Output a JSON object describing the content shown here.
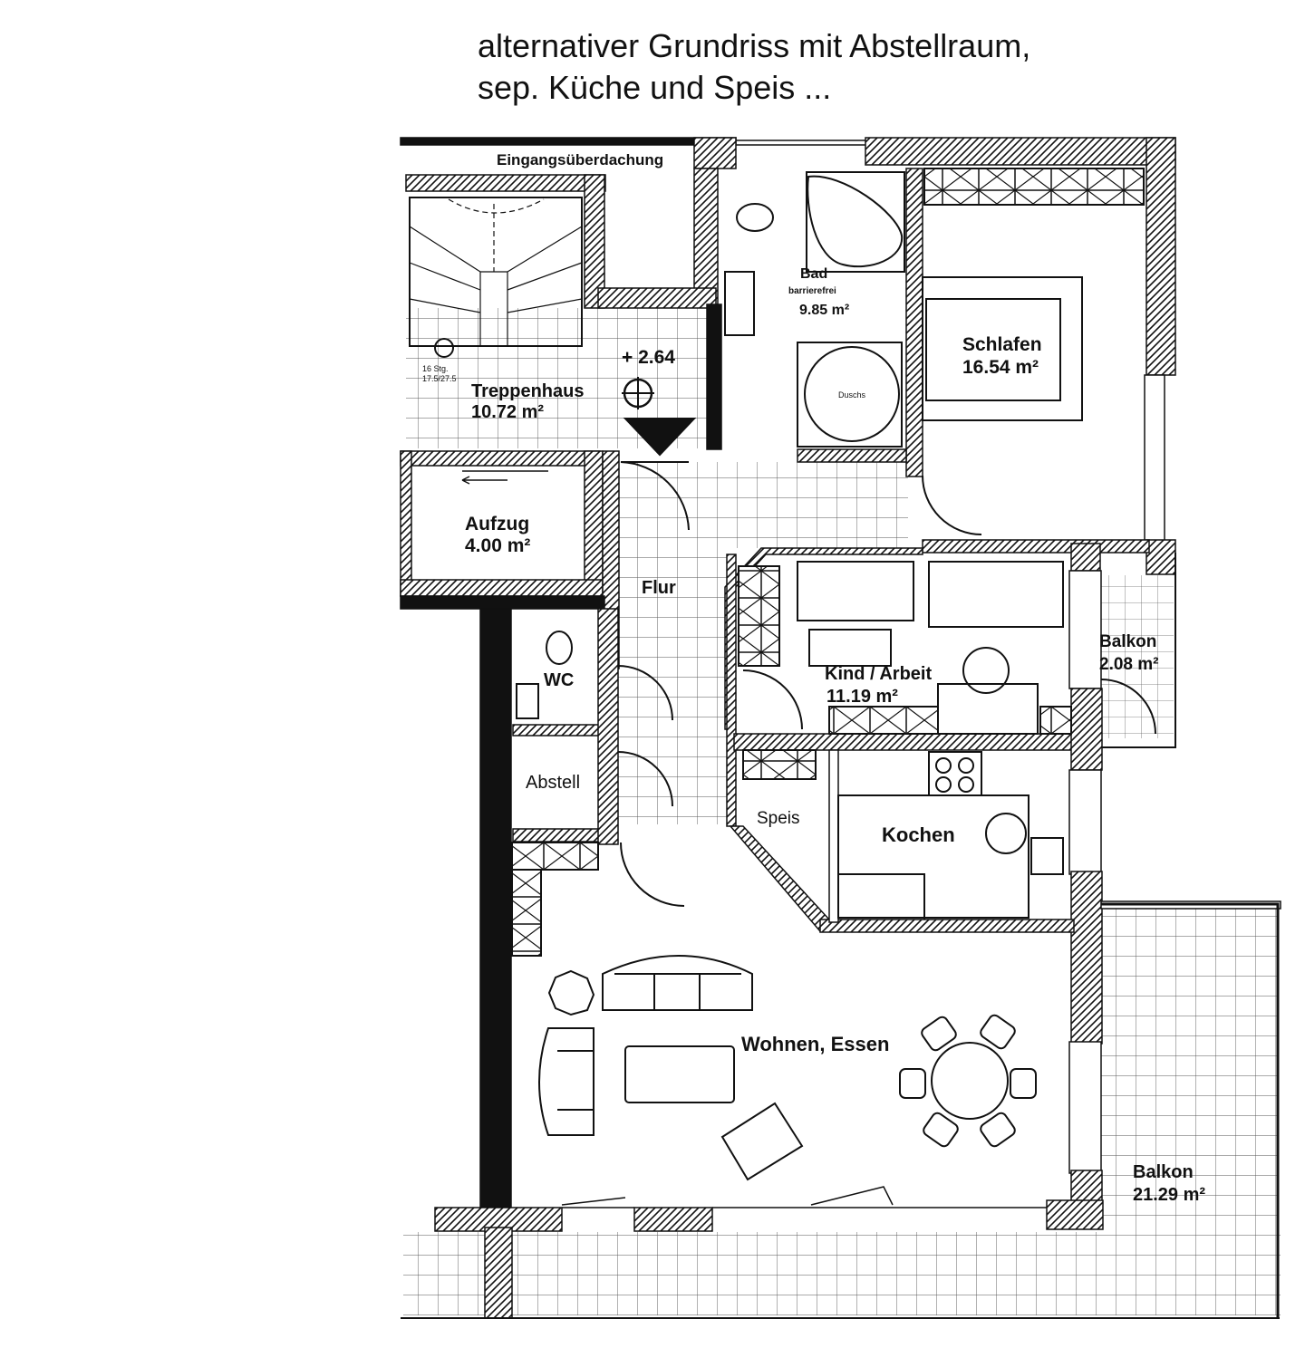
{
  "caption": {
    "line1": "alternativer Grundriss mit Abstellraum,",
    "line2": "sep. Küche und Speis ..."
  },
  "plan": {
    "entrance_canopy": "Eingangsüberdachung",
    "stairs_note1": "16 Stg.",
    "stairs_note2": "17.5/27.5",
    "level_mark": "+ 2.64",
    "rooms": {
      "treppenhaus": {
        "name": "Treppenhaus",
        "area": "10.72 m²"
      },
      "bad": {
        "name": "Bad",
        "note": "barrierefrei",
        "area": "9.85 m²",
        "shower": "Duschs"
      },
      "schlafen": {
        "name": "Schlafen",
        "area": "16.54 m²"
      },
      "aufzug": {
        "name": "Aufzug",
        "area": "4.00 m²"
      },
      "flur": {
        "name": "Flur"
      },
      "wc": {
        "name": "WC"
      },
      "abstell": {
        "name": "Abstell"
      },
      "kind": {
        "name": "Kind / Arbeit",
        "area": "11.19 m²"
      },
      "balkon_small": {
        "name": "Balkon",
        "area": "2.08 m²"
      },
      "speis": {
        "name": "Speis"
      },
      "kochen": {
        "name": "Kochen"
      },
      "wohnen": {
        "name": "Wohnen, Essen"
      },
      "balkon_large": {
        "name": "Balkon",
        "area": "21.29 m²"
      }
    }
  }
}
